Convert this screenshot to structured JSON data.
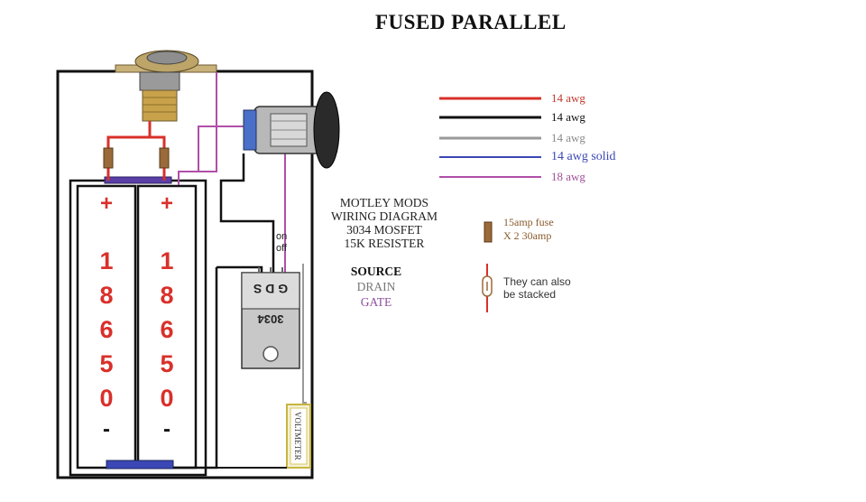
{
  "title": "FUSED PARALLEL",
  "legend": [
    {
      "label": "14 awg",
      "color": "#d9302a",
      "text_color": "#c0392b"
    },
    {
      "label": "14 awg",
      "color": "#111111",
      "text_color": "#111111"
    },
    {
      "label": "14 awg",
      "color": "#9a9a9a",
      "text_color": "#8a8a8a"
    },
    {
      "label": "14 awg solid",
      "color": "#3b47b5",
      "text_color": "#3b47b5"
    },
    {
      "label": "18 awg",
      "color": "#b04fa8",
      "text_color": "#a0509a"
    }
  ],
  "info_lines": [
    "MOTLEY MODS",
    "WIRING DIAGRAM",
    "3034 MOSFET",
    "15K RESISTER"
  ],
  "pins": {
    "source": "SOURCE",
    "drain": "DRAIN",
    "gate": "GATE"
  },
  "switch_labels": {
    "on": "on",
    "off": "off"
  },
  "fuse_note": [
    "15amp fuse",
    "X 2 30amp"
  ],
  "stack_note": [
    "They can also",
    "be stacked"
  ],
  "battery": {
    "plus": "+",
    "minus": "-",
    "digits": [
      "1",
      "8",
      "6",
      "5",
      "0"
    ]
  },
  "mosfet": {
    "pins_text": "G D S",
    "part": "3034"
  },
  "voltmeter_label": "VOLTMETER",
  "colors": {
    "red": "#d9302a",
    "black": "#111111",
    "gray": "#9a9a9a",
    "blue": "#3b47b5",
    "purple": "#b04fa8",
    "fuse_brown": "#9b6a3a",
    "gate_purple": "#8e4fa0",
    "drain_gray": "#777777"
  }
}
